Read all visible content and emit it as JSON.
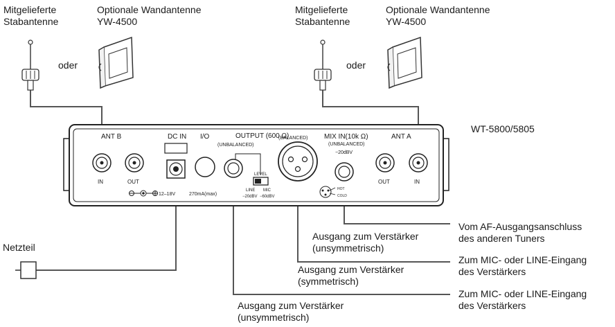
{
  "left_antenna": {
    "rod_label": [
      "Mitgelieferte",
      "Stabantenne"
    ],
    "wall_label": [
      "Optionale Wandantenne",
      "YW-4500"
    ],
    "or": "oder"
  },
  "right_antenna": {
    "rod_label": [
      "Mitgelieferte",
      "Stabantenne"
    ],
    "wall_label": [
      "Optionale Wandantenne",
      "YW-4500"
    ],
    "or": "oder"
  },
  "model": "WT-5800/5805",
  "power_supply": "Netzteil",
  "panel": {
    "ant_b": "ANT  B",
    "dc_in": "DC  IN",
    "io": "I/O",
    "output": "OUTPUT (600 Ω)",
    "unbalanced": "(UNBALANCED)",
    "balanced": "(BALANCED)",
    "mix_in": "MIX  IN(10k Ω)",
    "mix_unbalanced": "(UNBALANCED)",
    "mix_level": "−20dBV",
    "ant_a": "ANT  A",
    "in": "IN",
    "out": "OUT",
    "level": "LEVEL",
    "line": "LINE",
    "line_db": "−20dBV",
    "mic": "MIC",
    "mic_db": "−60dBV",
    "dc_spec": "12–18V",
    "dc_current": "270mA(max)",
    "hot": "HOT",
    "cold": "COLD"
  },
  "callouts": {
    "out_unbal_upper": [
      "Ausgang zum Verstärker",
      "(unsymmetrisch)"
    ],
    "out_bal": [
      "Ausgang zum Verstärker",
      "(symmetrisch)"
    ],
    "out_unbal_lower": [
      "Ausgang zum Verstärker",
      "(unsymmetrisch)"
    ],
    "af_output": [
      "Vom AF-Ausgangsanschluss",
      "des anderen Tuners"
    ],
    "mic_line_1": [
      "Zum MIC- oder LINE-Eingang",
      "des Verstärkers"
    ],
    "mic_line_2": [
      "Zum MIC- oder LINE-Eingang",
      "des Verstärkers"
    ]
  }
}
